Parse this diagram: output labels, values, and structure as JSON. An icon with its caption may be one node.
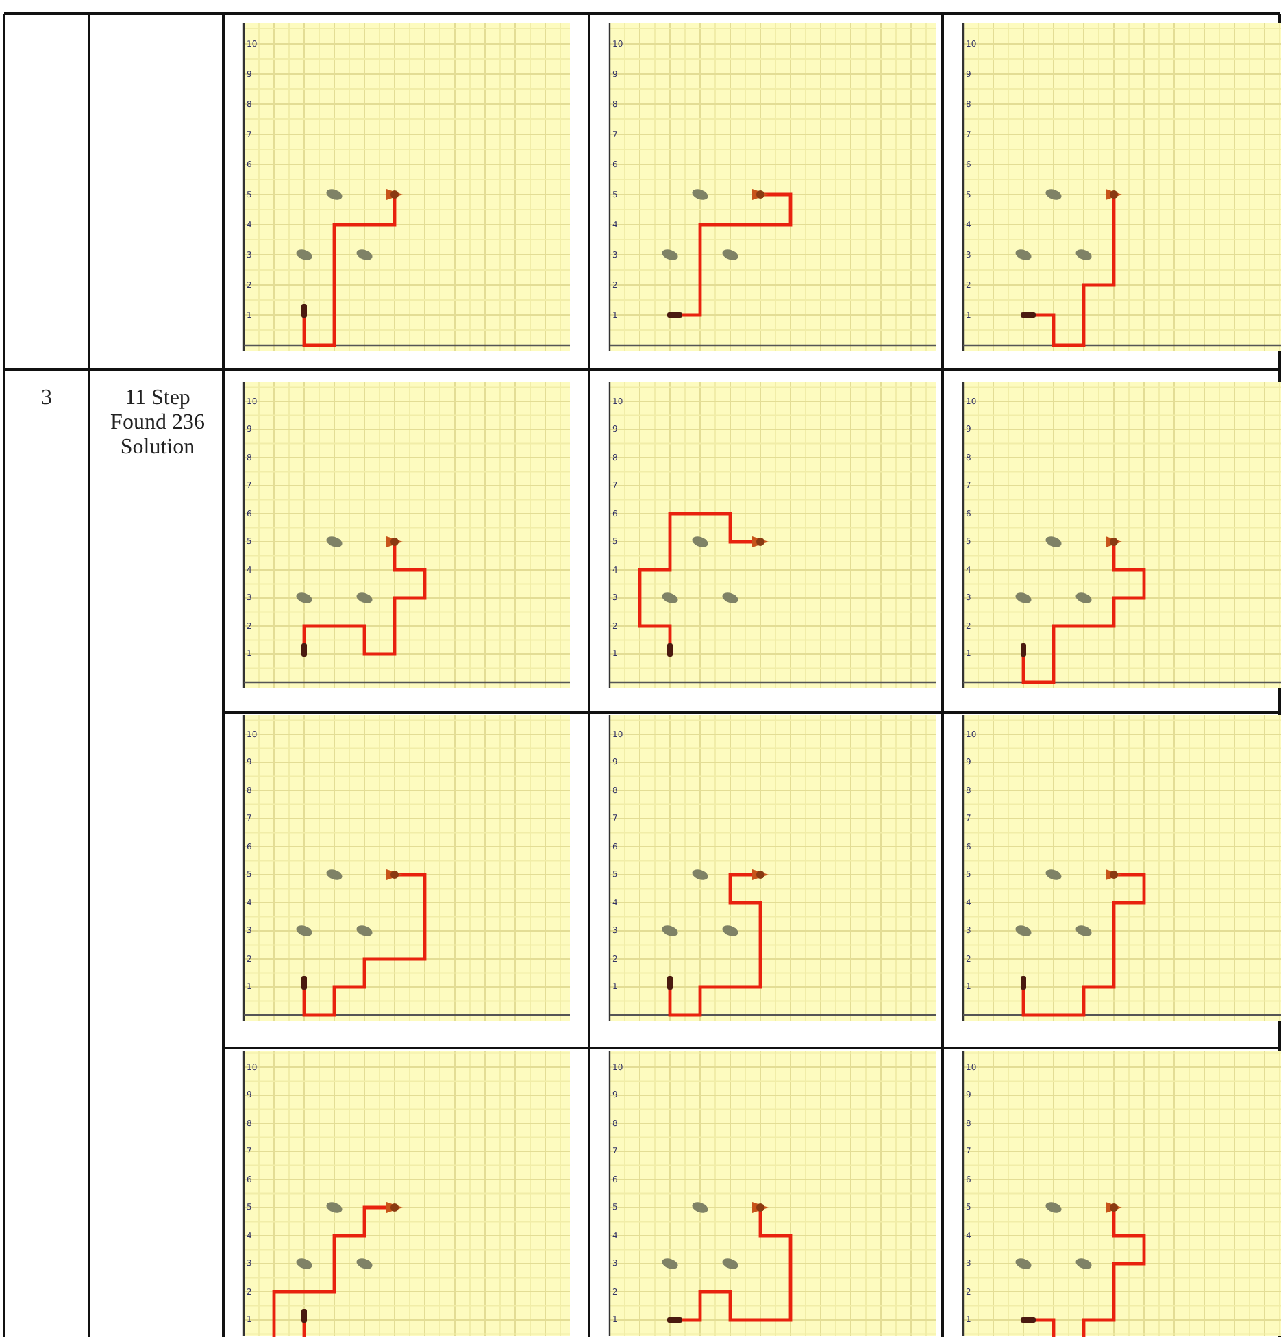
{
  "diagram": {
    "labels": [
      "10",
      "9",
      "8",
      "7",
      "6",
      "5",
      "4",
      "3",
      "2",
      "1",
      "10",
      "9",
      "8",
      "7",
      "6",
      "5",
      "4",
      "3",
      "2",
      "1",
      "10",
      "9",
      "8",
      "7",
      "6",
      "5",
      "4",
      "3",
      "2",
      "1",
      "3",
      "11 Step Found 236 Solution",
      "10",
      "9",
      "8",
      "7",
      "6",
      "5",
      "4",
      "3",
      "2",
      "1",
      "10",
      "9",
      "8",
      "7",
      "6",
      "5",
      "4",
      "3",
      "2",
      "1",
      "10",
      "9",
      "8",
      "7",
      "6",
      "5",
      "4",
      "3",
      "2",
      "1",
      "10",
      "9",
      "8",
      "7",
      "6",
      "5",
      "4",
      "3",
      "2",
      "1",
      "10",
      "9",
      "8",
      "7",
      "6",
      "5",
      "4",
      "3",
      "2",
      "1",
      "10",
      "9",
      "8",
      "7",
      "6",
      "5",
      "4",
      "3",
      "2",
      "1",
      "10",
      "9",
      "8",
      "7",
      "6",
      "5",
      "4",
      "3",
      "2",
      "1",
      "10",
      "9",
      "8",
      "7",
      "6",
      "5",
      "4",
      "3",
      "2",
      "1",
      "10",
      "9",
      "8",
      "7",
      "6",
      "5",
      "4",
      "3",
      "2",
      "1"
    ]
  }
}
